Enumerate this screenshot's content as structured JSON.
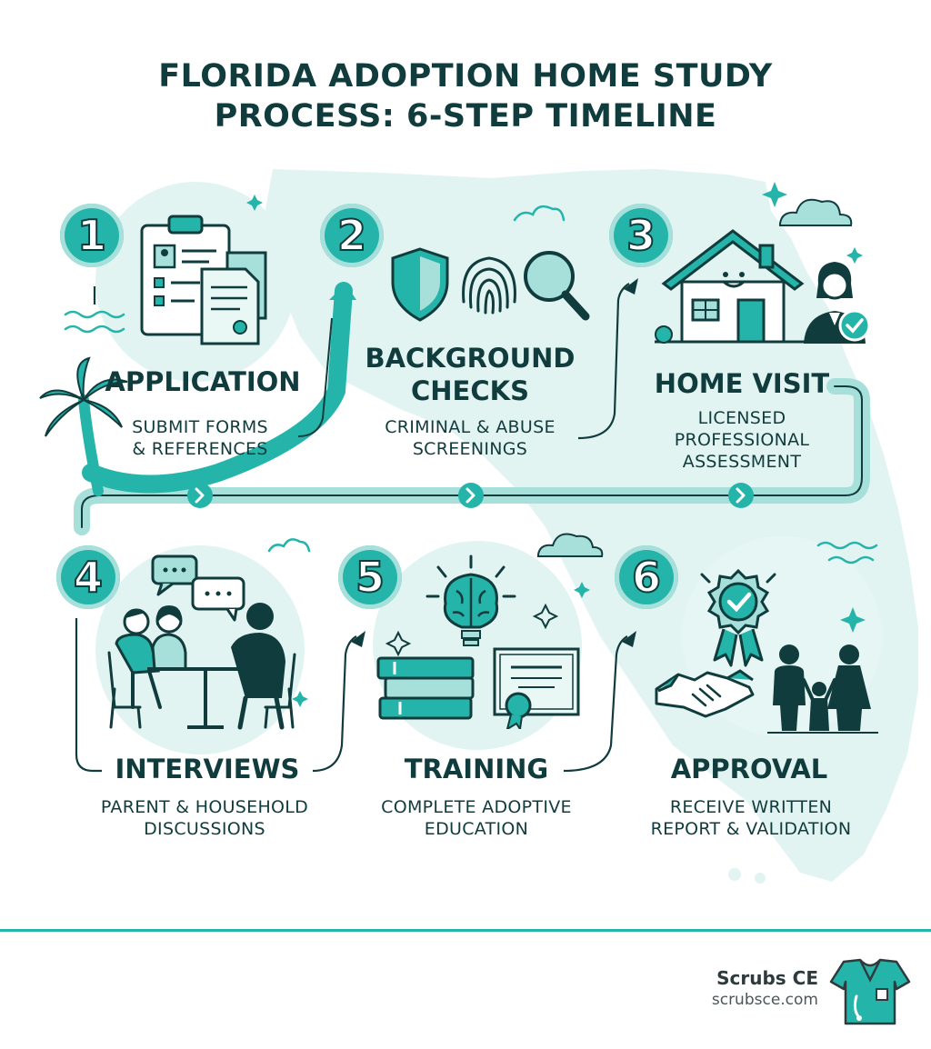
{
  "title": {
    "line1": "FLORIDA ADOPTION HOME STUDY",
    "line2": "PROCESS: 6-STEP TIMELINE"
  },
  "steps": [
    {
      "number": "1",
      "title": "APPLICATION",
      "desc_line1": "SUBMIT FORMS",
      "desc_line2": "& REFERENCES",
      "icon": "clipboard-documents-icon"
    },
    {
      "number": "2",
      "title_line1": "BACKGROUND",
      "title_line2": "CHECKS",
      "desc_line1": "CRIMINAL & ABUSE",
      "desc_line2": "SCREENINGS",
      "icon": "shield-fingerprint-magnifier-icon"
    },
    {
      "number": "3",
      "title": "HOME VISIT",
      "desc_line1": "LICENSED",
      "desc_line2": "PROFESSIONAL",
      "desc_line3": "ASSESSMENT",
      "icon": "house-caseworker-icon"
    },
    {
      "number": "4",
      "title": "INTERVIEWS",
      "desc_line1": "PARENT & HOUSEHOLD",
      "desc_line2": "DISCUSSIONS",
      "icon": "people-conversation-icon"
    },
    {
      "number": "5",
      "title": "TRAINING",
      "desc_line1": "COMPLETE ADOPTIVE",
      "desc_line2": "EDUCATION",
      "icon": "brain-books-certificate-icon"
    },
    {
      "number": "6",
      "title": "APPROVAL",
      "desc_line1": "RECEIVE WRITTEN",
      "desc_line2": "REPORT & VALIDATION",
      "icon": "badge-handshake-family-icon"
    }
  ],
  "brand": {
    "name": "Scrubs CE",
    "url": "scrubsce.com",
    "logo_icon": "scrubs-shirt-logo-icon"
  },
  "colors": {
    "teal": "#25b4a9",
    "teal_light": "#a7e0db",
    "map_tint": "#e2f4f2",
    "dark": "#113c3d"
  }
}
